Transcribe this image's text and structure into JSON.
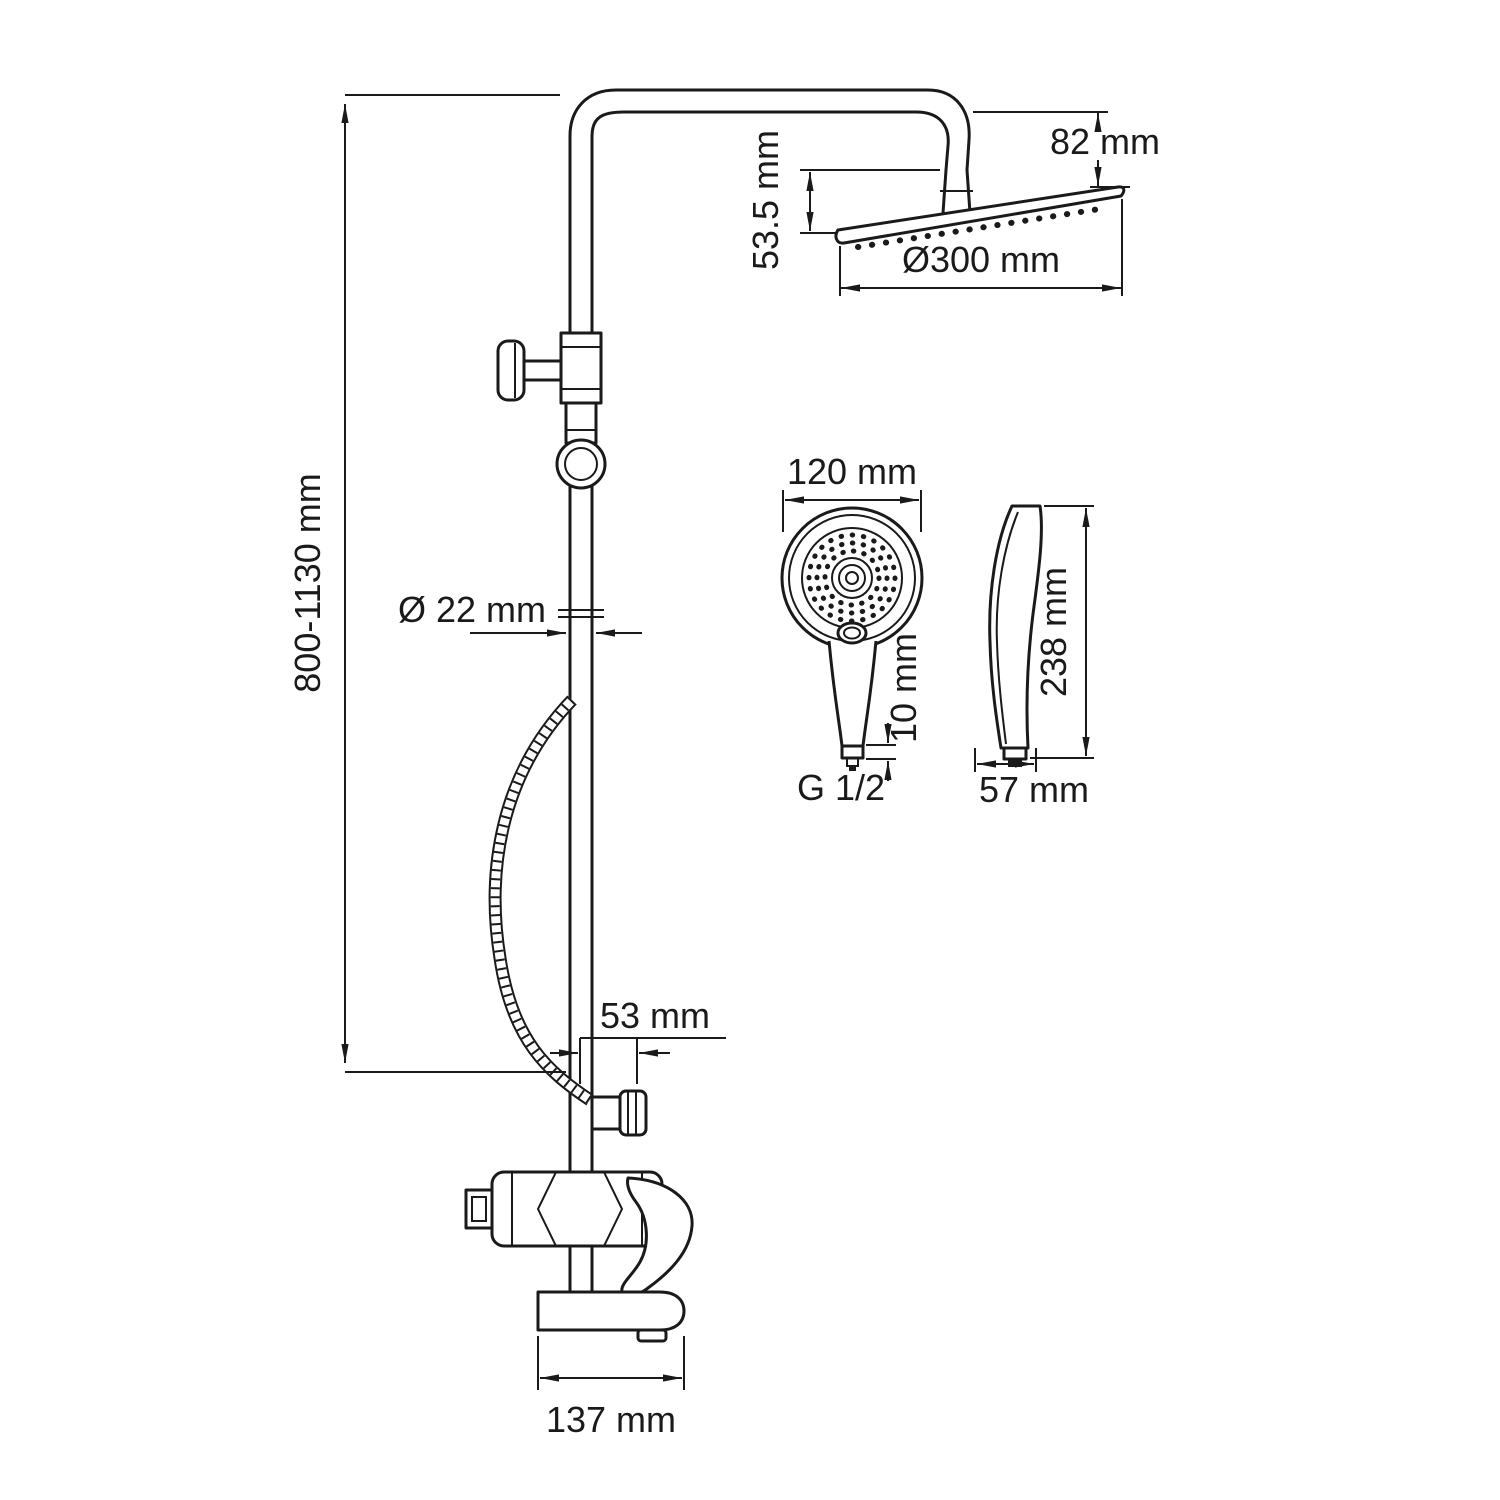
{
  "page": {
    "background": "#ffffff",
    "line_color": "#1a1a1a"
  },
  "dims": {
    "column_height": "800-1130 mm",
    "head_height": "82 mm",
    "head_drop": "53.5 mm",
    "head_diameter": "Ø300 mm",
    "pipe_diameter": "Ø 22 mm",
    "handshower_diameter": "120 mm",
    "handshower_outlet_height": "10 mm",
    "handshower_thread": "G 1/2",
    "handshower_length": "238 mm",
    "handshower_depth": "57 mm",
    "spout_offset": "53 mm",
    "spout_length": "137 mm"
  }
}
